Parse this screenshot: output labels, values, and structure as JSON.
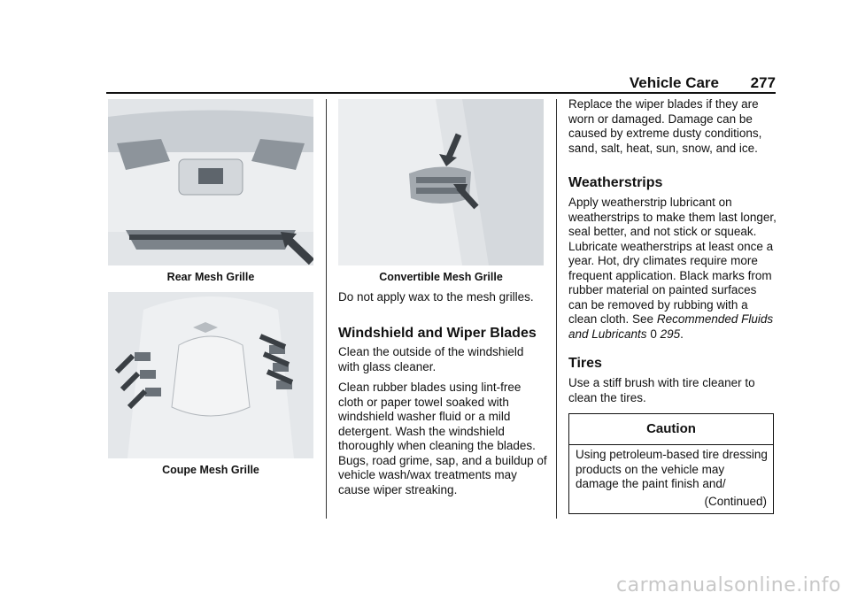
{
  "header": {
    "section": "Vehicle Care",
    "page_number": "277"
  },
  "left_column": {
    "figure1_caption": "Rear Mesh Grille",
    "figure2_caption": "Coupe Mesh Grille"
  },
  "middle_column": {
    "figure_caption": "Convertible Mesh Grille",
    "para1": "Do not apply wax to the mesh grilles.",
    "heading": "Windshield and Wiper Blades",
    "para2": "Clean the outside of the windshield with glass cleaner.",
    "para3": "Clean rubber blades using lint-free cloth or paper towel soaked with windshield washer fluid or a mild detergent. Wash the windshield thoroughly when cleaning the blades. Bugs, road grime, sap, and a buildup of vehicle wash/wax treatments may cause wiper streaking."
  },
  "right_column": {
    "para1": "Replace the wiper blades if they are worn or damaged. Damage can be caused by extreme dusty conditions, sand, salt, heat, sun, snow, and ice.",
    "heading_weatherstrips": "Weatherstrips",
    "para2": "Apply weatherstrip lubricant on weatherstrips to make them last longer, seal better, and not stick or squeak. Lubricate weatherstrips at least once a year. Hot, dry climates require more frequent application. Black marks from rubber material on painted surfaces can be removed by rubbing with a clean cloth. See",
    "link_text": "Recommended Fluids and Lubricants",
    "link_symbol": "0",
    "link_page": "295",
    "link_end": ".",
    "heading_tires": "Tires",
    "para3": "Use a stiff brush with tire cleaner to clean the tires.",
    "caution": {
      "title": "Caution",
      "text": "Using petroleum-based tire dressing products on the vehicle may damage the paint finish and/",
      "continued": "(Continued)"
    }
  },
  "watermark": "carmanualsonline.info"
}
